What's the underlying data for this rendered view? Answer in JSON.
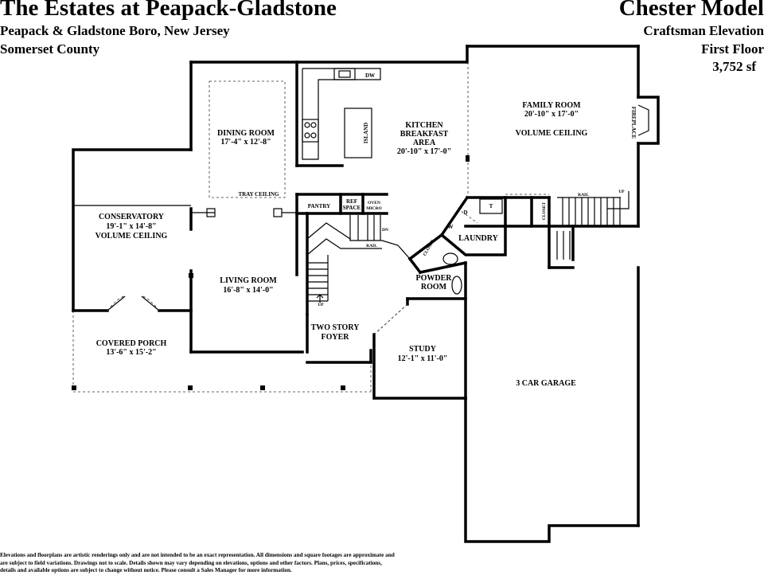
{
  "header": {
    "title": "The Estates at Peapack-Gladstone",
    "location": "Peapack & Gladstone Boro, New Jersey",
    "county": "Somerset County",
    "model": "Chester Model",
    "elevation": "Craftsman Elevation",
    "floor": "First Floor",
    "area": "3,752 sf"
  },
  "rooms": {
    "dining": {
      "name": "DINING ROOM",
      "size": "17'-4\" x 12'-8\""
    },
    "tray": "TRAY CEILING",
    "kitchen": {
      "line1": "KITCHEN",
      "line2": "BREAKFAST",
      "line3": "AREA",
      "size": "20'-10\" x 17'-0\""
    },
    "family": {
      "name": "FAMILY ROOM",
      "size": "20'-10\" x 17'-0\"",
      "ceiling": "VOLUME CEILING"
    },
    "fireplace": "FIREPLACE",
    "conservatory": {
      "name": "CONSERVATORY",
      "size": "19'-1\" x 14'-8\"",
      "ceiling": "VOLUME CEILING"
    },
    "living": {
      "name": "LIVING ROOM",
      "size": "16'-8\" x 14'-0\""
    },
    "porch": {
      "name": "COVERED PORCH",
      "size": "13'-6\" x 15'-2\""
    },
    "foyer": {
      "line1": "TWO STORY",
      "line2": "FOYER"
    },
    "study": {
      "name": "STUDY",
      "size": "12'-1\" x 11'-0\""
    },
    "powder": {
      "line1": "POWDER",
      "line2": "ROOM"
    },
    "laundry": "LAUNDRY",
    "garage": "3 CAR GARAGE",
    "pantry": "PANTRY",
    "ref": {
      "line1": "REF",
      "line2": "SPACE"
    },
    "oven": {
      "line1": "OVEN",
      "line2": "MICRO"
    },
    "island": "ISLAND",
    "dw": "DW",
    "closet": "CLOSET",
    "washer": "W",
    "dryer": "D",
    "tub": "T",
    "up": "UP",
    "dn": "DN",
    "rail": "RAIL"
  },
  "disclaimer": [
    "Elevations and floorplans are artistic renderings only and are not intended to be an exact representation. All dimensions and square footages are approximate and",
    "are subject to field variations.  Drawings not to scale. Details shown may vary depending on elevations, options and other factors. Plans, prices, specifications,",
    "details and available options are subject to change without notice.  Please consult a Sales Manager for more information."
  ]
}
